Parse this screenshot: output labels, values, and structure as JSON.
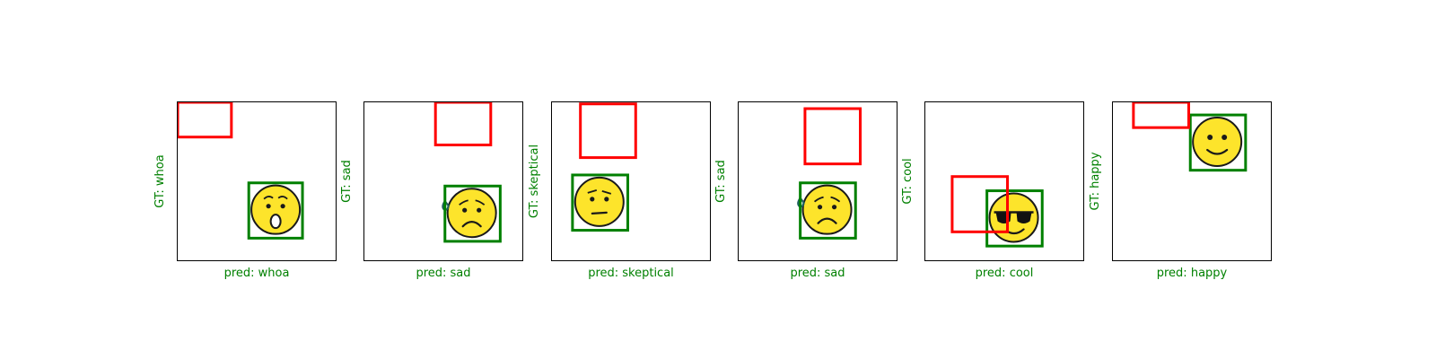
{
  "colors": {
    "correct_label": "#008000",
    "gt_box": "#008000",
    "pred_box": "#ff0000",
    "emoji_face": "#fde42b",
    "emoji_outline": "#1a1a1a"
  },
  "panels": [
    {
      "gt_label": "GT: whoa",
      "pred_label": "pred: whoa",
      "emoji_icon": "whoa-emoji-icon",
      "emoji_center": [
        0.62,
        0.68
      ],
      "gt_box": [
        0.45,
        0.51,
        0.79,
        0.86
      ],
      "pred_box": [
        0.0,
        0.0,
        0.34,
        0.22
      ]
    },
    {
      "gt_label": "GT: sad",
      "pred_label": "pred: sad",
      "emoji_icon": "sad-emoji-icon",
      "emoji_center": [
        0.68,
        0.7
      ],
      "gt_box": [
        0.51,
        0.53,
        0.86,
        0.88
      ],
      "pred_box": [
        0.45,
        0.0,
        0.8,
        0.27
      ]
    },
    {
      "gt_label": "GT: skeptical",
      "pred_label": "pred: skeptical",
      "emoji_icon": "skeptical-emoji-icon",
      "emoji_center": [
        0.3,
        0.63
      ],
      "gt_box": [
        0.13,
        0.46,
        0.48,
        0.81
      ],
      "pred_box": [
        0.18,
        0.01,
        0.53,
        0.35
      ]
    },
    {
      "gt_label": "GT: sad",
      "pred_label": "pred: sad",
      "emoji_icon": "sad-emoji-icon",
      "emoji_center": [
        0.56,
        0.68
      ],
      "gt_box": [
        0.39,
        0.51,
        0.74,
        0.86
      ],
      "pred_box": [
        0.42,
        0.04,
        0.77,
        0.39
      ]
    },
    {
      "gt_label": "GT: cool",
      "pred_label": "pred: cool",
      "emoji_icon": "cool-emoji-icon",
      "emoji_center": [
        0.56,
        0.73
      ],
      "gt_box": [
        0.39,
        0.56,
        0.74,
        0.91
      ],
      "pred_box": [
        0.17,
        0.47,
        0.52,
        0.82
      ]
    },
    {
      "gt_label": "GT: happy",
      "pred_label": "pred: happy",
      "emoji_icon": "happy-emoji-icon",
      "emoji_center": [
        0.66,
        0.25
      ],
      "gt_box": [
        0.49,
        0.08,
        0.84,
        0.43
      ],
      "pred_box": [
        0.13,
        0.0,
        0.48,
        0.16
      ]
    }
  ]
}
